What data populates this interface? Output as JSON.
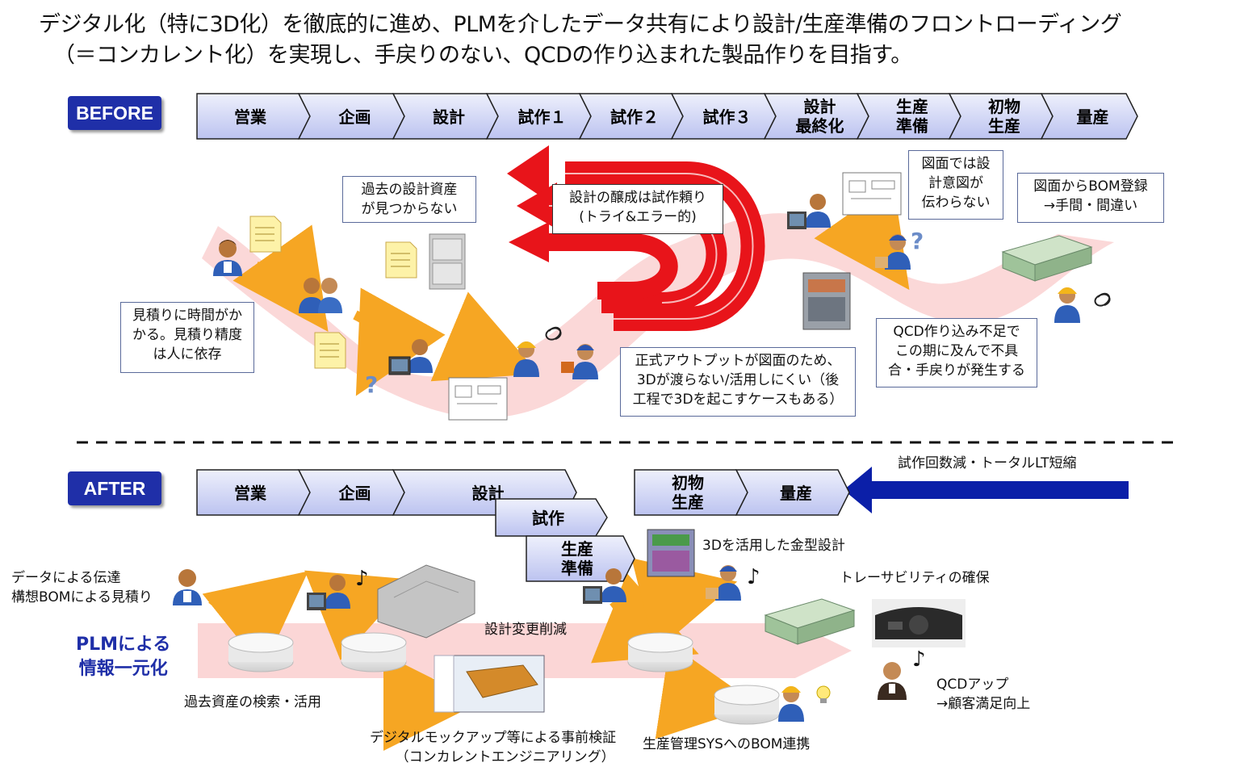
{
  "headline": {
    "line1": "デジタル化（特に3D化）を徹底的に進め、PLMを介したデータ共有により設計/生産準備のフロントローディング",
    "line2": "（＝コンカレント化）を実現し、手戻りのない、QCDの作り込まれた製品作りを目指す。"
  },
  "before": {
    "badge": "BEFORE",
    "steps": [
      {
        "l1": "営業",
        "l2": ""
      },
      {
        "l1": "企画",
        "l2": ""
      },
      {
        "l1": "設計",
        "l2": ""
      },
      {
        "l1": "試作１",
        "l2": ""
      },
      {
        "l1": "試作２",
        "l2": ""
      },
      {
        "l1": "試作３",
        "l2": ""
      },
      {
        "l1": "設計",
        "l2": "最終化"
      },
      {
        "l1": "生産",
        "l2": "準備"
      },
      {
        "l1": "初物",
        "l2": "生産"
      },
      {
        "l1": "量産",
        "l2": ""
      }
    ],
    "callouts": {
      "past_assets": [
        "過去の設計資産",
        "が見つからない"
      ],
      "brewing": [
        "設計の醸成は試作頼り",
        "(トライ&エラー的)"
      ],
      "design_intent": [
        "図面では設",
        "計意図が",
        "伝わらない"
      ],
      "bom_register": [
        "図面からBOM登録",
        "→手間・間違い"
      ],
      "estimate": [
        "見積りに時間がか",
        "かる。見積り精度",
        "は人に依存"
      ],
      "output": [
        "正式アウトプットが図面のため、",
        "3Dが渡らない/活用しにくい（後",
        "工程で3Dを起こすケースもある）"
      ],
      "qcd": [
        "QCD作り込み不足で",
        "この期に及んで不具",
        "合・手戻りが発生する"
      ]
    }
  },
  "after": {
    "badge": "AFTER",
    "steps_top": [
      {
        "l1": "営業",
        "l2": ""
      },
      {
        "l1": "企画",
        "l2": ""
      },
      {
        "l1": "設計",
        "l2": ""
      }
    ],
    "step_trial": "試作",
    "step_prep": {
      "l1": "生産",
      "l2": "準備"
    },
    "steps_right": [
      {
        "l1": "初物",
        "l2": "生産"
      },
      {
        "l1": "量産",
        "l2": ""
      }
    ],
    "reduction": "試作回数減・トータルLT短縮",
    "labels": {
      "data_transfer": [
        "データによる伝達",
        "構想BOMによる見積り"
      ],
      "plm": [
        "PLMによる",
        "情報一元化"
      ],
      "past_search": "過去資産の検索・活用",
      "design_change": "設計変更削減",
      "mockup": [
        "デジタルモックアップ等による事前検証",
        "（コンカレントエンジニアリング）"
      ],
      "mold": "3Dを活用した金型設計",
      "traceability": "トレーサビリティの確保",
      "bom_link": "生産管理SYSへのBOM連携",
      "qcd_up": [
        "QCDアップ",
        "→顧客満足向上"
      ]
    }
  },
  "colors": {
    "badge": "#1f2fa8",
    "step_fill_top": "#e6e9fb",
    "step_fill_bottom": "#bcc3f0",
    "flow_pink": "#fbd6d6",
    "loop_red": "#e8141a",
    "after_arrow": "#0b1fa8",
    "orange_arrow": "#f6a623",
    "question": "#6b8cc8"
  },
  "icons": [
    "person-icon",
    "document-icon",
    "cabinet-icon",
    "drawing-icon",
    "computer-icon",
    "worker-icon",
    "mold-icon",
    "factory-icon",
    "database-icon",
    "car-dashboard-icon",
    "music-note-icon",
    "bulb-icon",
    "question-icon"
  ]
}
